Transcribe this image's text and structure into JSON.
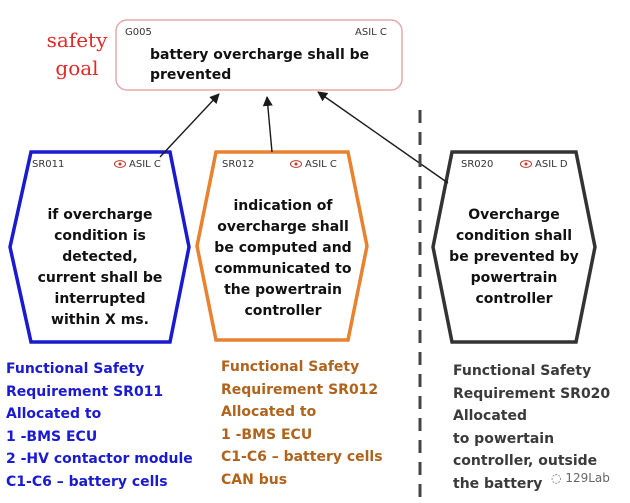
{
  "colors": {
    "goal_label": "#e02a2a",
    "sr011": "#1a1ad0",
    "sr012": "#e8822f",
    "sr020": "#333333",
    "divider": "#444444"
  },
  "safety_goal_label": "safety goal",
  "goal": {
    "id": "G005",
    "asil": "ASIL C",
    "text": "battery overcharge shall be prevented"
  },
  "requirements": [
    {
      "id": "SR011",
      "asil": "ASIL C",
      "text": "if overcharge condition is detected, current shall be interrupted within X ms.",
      "description": [
        "Functional Safety",
        "Requirement SR011",
        "Allocated to",
        "1 -BMS ECU",
        "2 -HV contactor module",
        "C1-C6 – battery cells"
      ]
    },
    {
      "id": "SR012",
      "asil": "ASIL C",
      "text": "indication of overcharge shall be computed and communicated to the powertrain controller",
      "description": [
        "Functional Safety",
        "Requirement SR012",
        "Allocated to",
        "1 -BMS ECU",
        "C1-C6 – battery cells",
        "CAN bus"
      ]
    },
    {
      "id": "SR020",
      "asil": "ASIL D",
      "text": "Overcharge condition shall be prevented by powertrain controller",
      "description": [
        "Functional Safety",
        "Requirement SR020",
        "Allocated",
        "to powertain",
        "controller, outside",
        "the battery"
      ]
    }
  ],
  "watermark": "129Lab"
}
